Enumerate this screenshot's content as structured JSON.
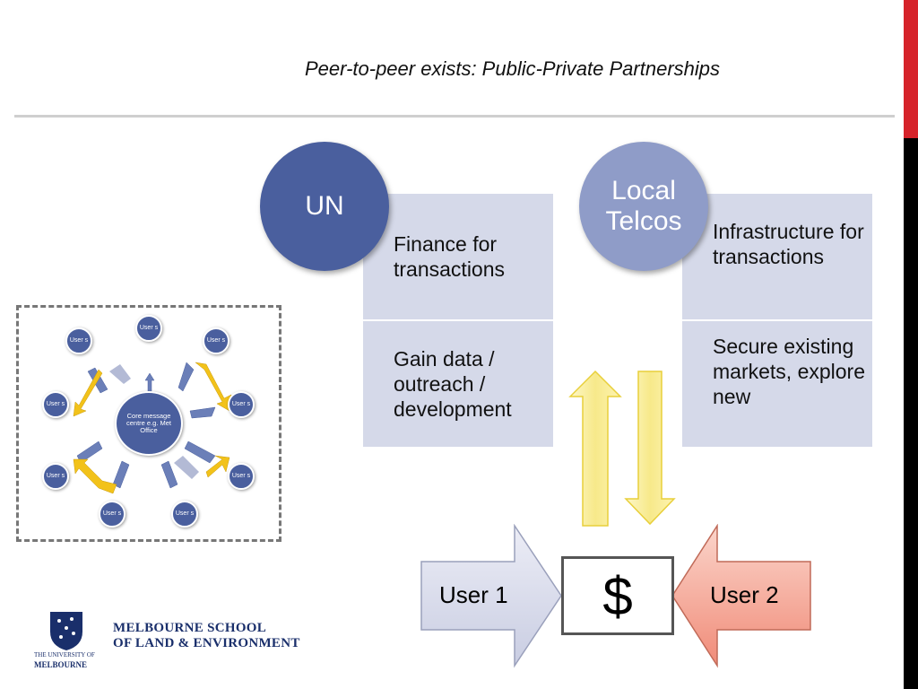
{
  "slide": {
    "title": "Peer-to-peer exists: Public-Private Partnerships"
  },
  "un": {
    "circle_label": "UN",
    "row1": "Finance for transactions",
    "row2": "Gain data / outreach / development"
  },
  "telcos": {
    "circle_label": "Local Telcos",
    "row1": "Infrastructure for transactions",
    "row2": "Secure existing markets, explore new"
  },
  "flow": {
    "user1": "User 1",
    "user2": "User 2",
    "center": "$"
  },
  "network": {
    "core": "Core message centre e.g. Met Office",
    "node_label": "User s"
  },
  "logo": {
    "line1": "MELBOURNE SCHOOL",
    "line2": "OF LAND & ENVIRONMENT",
    "crest_top": "THE UNIVERSITY OF",
    "crest_bottom": "MELBOURNE"
  },
  "colors": {
    "accent_red": "#d6232a",
    "un_blue": "#4a5f9e",
    "telco_lavender": "#8f9cc8",
    "panel": "#d5d9e9",
    "arrow_yellow": "#f7e98a",
    "user2_salmon": "#f08b78"
  }
}
